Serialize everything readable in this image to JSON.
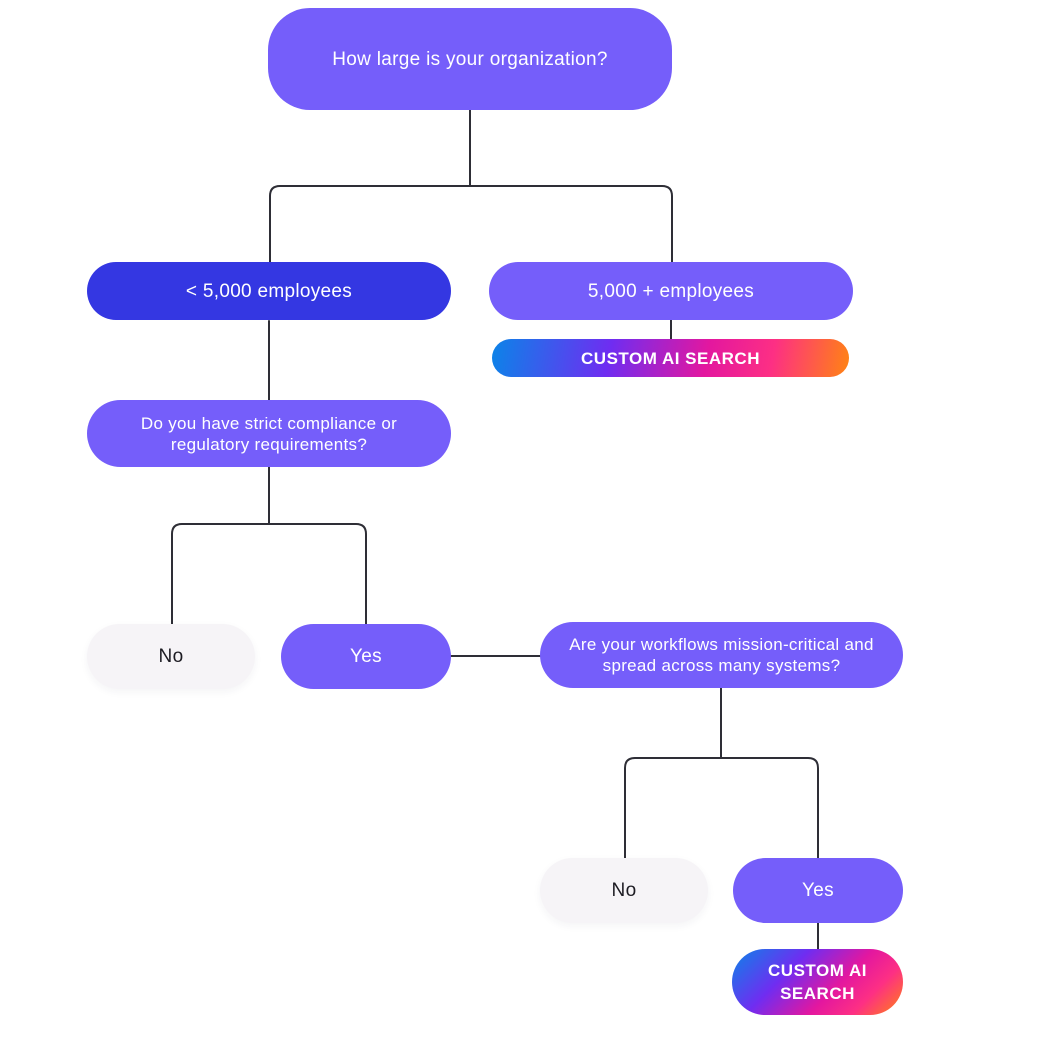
{
  "theme": {
    "background": "#FFFFFF",
    "purple": "#755EFA",
    "dark_blue": "#3437E2",
    "light_gray": "#F6F4F7",
    "connector": "#2E2E36",
    "text_light": "#FFFFFF",
    "text_dark": "#1C1B22",
    "gradient_stops": [
      "#0B84E8 0%",
      "#6F2DF1 33%",
      "#E3179F 60%",
      "#FD2F84 78%",
      "#FF8412 100%"
    ]
  },
  "flowchart": {
    "nodes": {
      "org_size": {
        "label": "How large is your organization?",
        "type": "question"
      },
      "small_org": {
        "label": "< 5,000 employees",
        "type": "answer"
      },
      "large_org": {
        "label": "5,000 + employees",
        "type": "answer"
      },
      "custom_ai_top": {
        "label": "CUSTOM AI SEARCH",
        "type": "result"
      },
      "compliance": {
        "label": "Do you have strict compliance or regulatory requirements?",
        "type": "question"
      },
      "compliance_no": {
        "label": "No",
        "type": "answer"
      },
      "compliance_yes": {
        "label": "Yes",
        "type": "answer"
      },
      "mission_critical": {
        "label": "Are your workflows mission-critical and spread across many systems?",
        "type": "question"
      },
      "mission_no": {
        "label": "No",
        "type": "answer"
      },
      "mission_yes": {
        "label": "Yes",
        "type": "answer"
      },
      "custom_ai_bottom": {
        "label": "CUSTOM AI SEARCH",
        "type": "result"
      }
    },
    "edges": [
      [
        "org_size",
        "small_org"
      ],
      [
        "org_size",
        "large_org"
      ],
      [
        "large_org",
        "custom_ai_top"
      ],
      [
        "small_org",
        "compliance"
      ],
      [
        "compliance",
        "compliance_no"
      ],
      [
        "compliance",
        "compliance_yes"
      ],
      [
        "compliance_yes",
        "mission_critical"
      ],
      [
        "mission_critical",
        "mission_no"
      ],
      [
        "mission_critical",
        "mission_yes"
      ],
      [
        "mission_yes",
        "custom_ai_bottom"
      ]
    ]
  }
}
